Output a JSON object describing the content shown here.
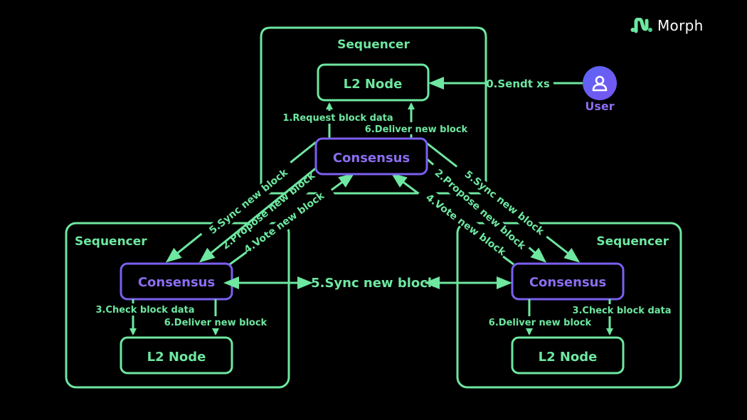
{
  "brand": {
    "name": "Morph",
    "logo_icon": "morph-logo-icon"
  },
  "colors": {
    "background": "#000000",
    "line": "#6ee7a0",
    "consensus": "#7b5ff0",
    "user": "#6b5cf5",
    "text_white": "#ffffff"
  },
  "top_sequencer": {
    "title": "Sequencer",
    "l2_node": "L2 Node",
    "consensus": "Consensus",
    "request_label": "1.Request block data",
    "deliver_label": "6.Deliver new block"
  },
  "left_sequencer": {
    "title": "Sequencer",
    "consensus": "Consensus",
    "l2_node": "L2 Node",
    "check_label": "3.Check block data",
    "deliver_label": "6.Deliver new block"
  },
  "right_sequencer": {
    "title": "Sequencer",
    "consensus": "Consensus",
    "l2_node": "L2 Node",
    "check_label": "3.Check block data",
    "deliver_label": "6.Deliver new block"
  },
  "user": {
    "label": "User",
    "icon": "user-icon",
    "send_label": "0.Sendt xs"
  },
  "links": {
    "left": {
      "sync": "5.Sync new block",
      "propose": "2.Propose new block",
      "vote": "4.Vote new block"
    },
    "right": {
      "sync": "5.Sync new block",
      "propose": "2.Propose new block",
      "vote": "4.Vote new block"
    },
    "horizontal_sync": "5.Sync new block"
  }
}
